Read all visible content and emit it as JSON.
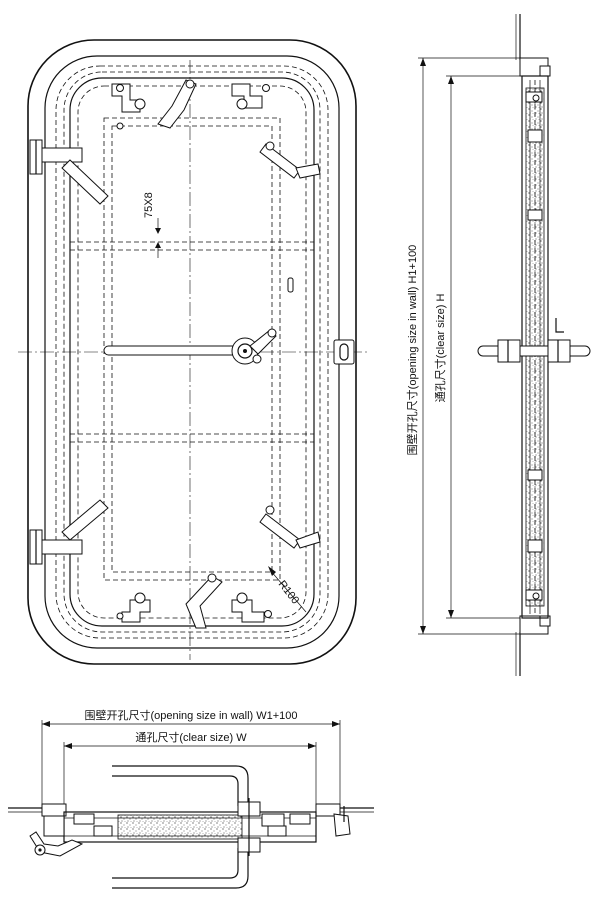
{
  "front_view": {
    "bar_label": "75X8",
    "corner_label": "R100"
  },
  "side_view": {
    "opening_label": "围壁开孔尺寸(opening size in wall)  H1+100",
    "clear_label": "通孔尺寸(clear size)  H"
  },
  "plan_view": {
    "opening_label": "围壁开孔尺寸(opening size in wall)  W1+100",
    "clear_label": "通孔尺寸(clear size)  W"
  }
}
